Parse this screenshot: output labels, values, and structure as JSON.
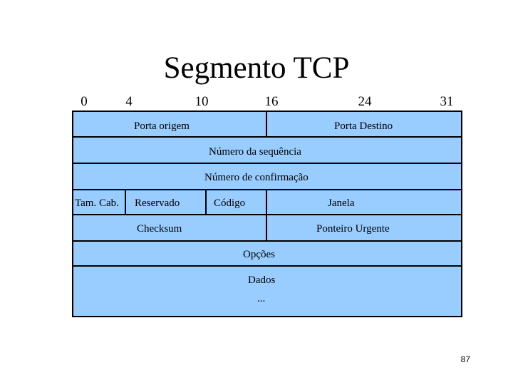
{
  "title": "Segmento TCP",
  "bit_labels": [
    "0",
    "4",
    "10",
    "16",
    "24",
    "31"
  ],
  "fields": {
    "porta_origem": "Porta origem",
    "porta_destino": "Porta Destino",
    "numero_sequencia": "Número da sequência",
    "numero_confirmacao": "Número de confirmação",
    "tam_cab": "Tam. Cab.",
    "reservado": "Reservado",
    "codigo": "Código",
    "janela": "Janela",
    "checksum": "Checksum",
    "ponteiro_urgente": "Ponteiro Urgente",
    "opcoes": "Opções",
    "dados": "Dados",
    "ellipsis": "..."
  },
  "colors": {
    "field_fill": "#99ccff",
    "border": "#000000"
  },
  "page_number": "87"
}
